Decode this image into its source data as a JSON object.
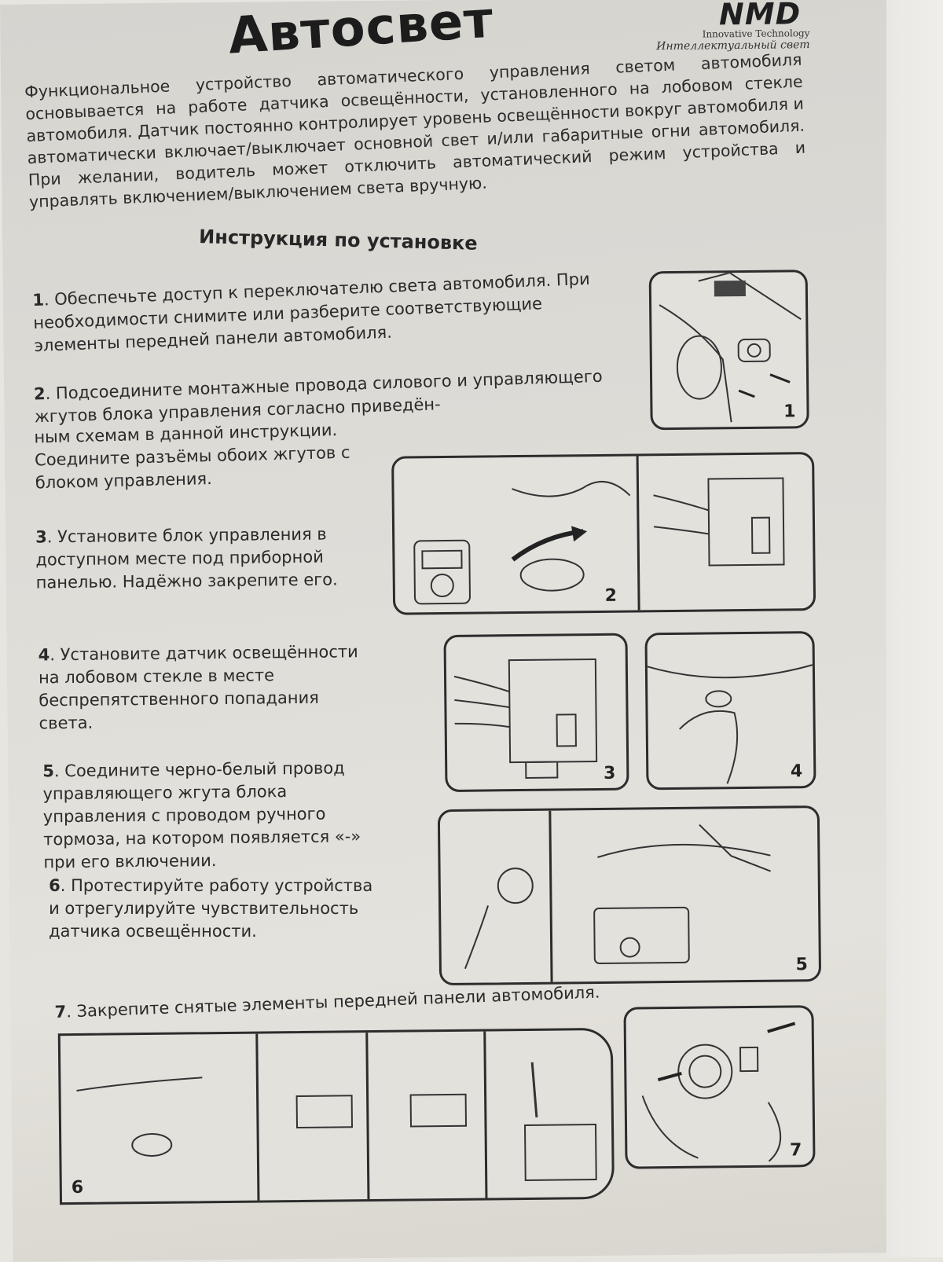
{
  "title": "Автосвет",
  "brand": {
    "logo": "NMD",
    "trademark": "™",
    "tagline_en": "Innovative Technology",
    "tagline_ru": "Интеллектуальный свет"
  },
  "intro": "Функциональное устройство автоматического управления светом автомобиля основывается на работе датчика освещённости, установленного на лобовом стекле автомобиля. Датчик постоянно контролирует уровень освещённости вокруг автомобиля и автоматически включает/выключает основной свет и/или габаритные огни автомобиля. При желании, водитель может отключить автоматический режим устройства и управлять включением/выключением света вручную.",
  "heading": "Инструкция по установке",
  "steps": [
    {
      "num": "1",
      "text": ". Обеспечьте доступ к переключателю света автомобиля. При необходимости снимите или разберите соответствующие элементы передней панели автомобиля."
    },
    {
      "num": "2",
      "text": ". Подсоедините монтажные провода силового и управляющего жгутов блока управления согласно приведён-",
      "cont": "ным схемам в данной инструкции. Соедините разъёмы обоих жгутов с блоком управления."
    },
    {
      "num": "3",
      "text": ". Установите блок управления в доступном месте под приборной панелью. Надёжно закрепите его."
    },
    {
      "num": "4",
      "text": ". Установите датчик освещённости на лобовом стекле в месте беспрепятственного попадания света."
    },
    {
      "num": "5",
      "text": ". Соедините черно-белый провод управляющего жгута блока управления с проводом ручного тормоза, на котором появляется «-» при его включении."
    },
    {
      "num": "6",
      "text": ". Протестируйте работу устройства и отрегулируйте чувствительность датчика освещённости."
    },
    {
      "num": "7",
      "text": ". Закрепите снятые элементы передней панели автомобиля."
    }
  ],
  "figures": {
    "f1": "1",
    "f2": "2",
    "f3": "3",
    "f4": "4",
    "f5": "5",
    "f6": "6",
    "f7": "7"
  }
}
